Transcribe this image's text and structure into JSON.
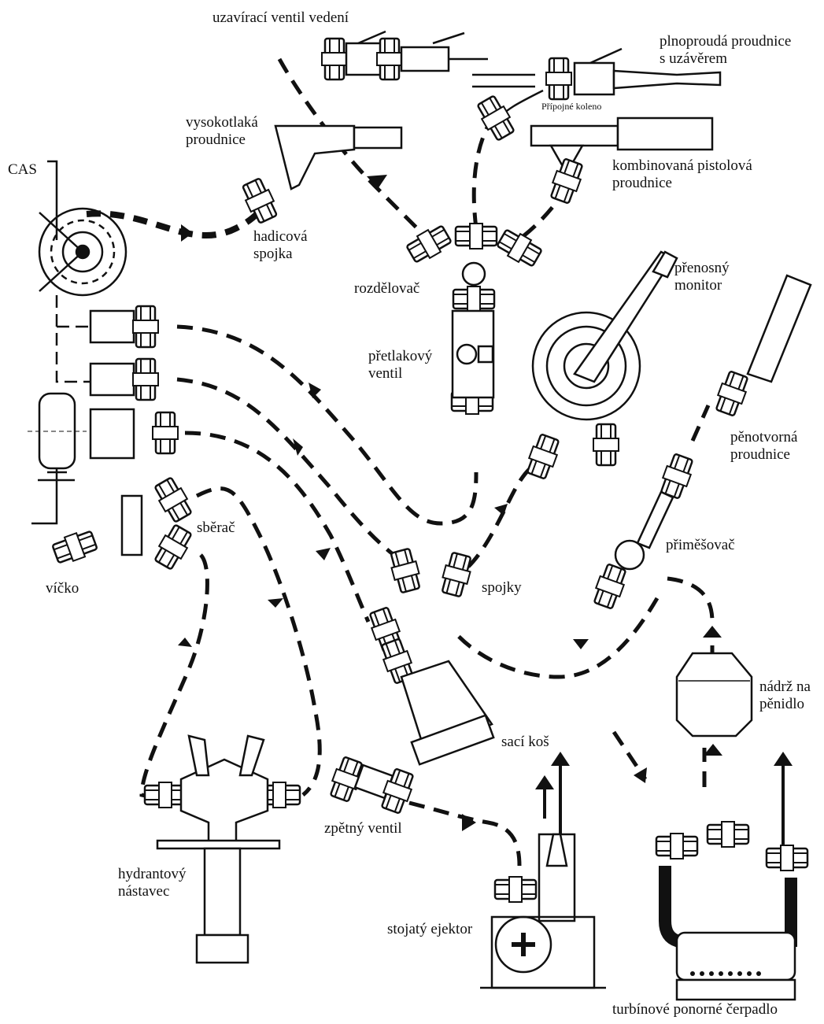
{
  "labels": {
    "uzaviraci": "uzavírací ventil vedení",
    "plnoproud_1": "plnoproudá proudnice",
    "plnoproud_2": "s uzávěrem",
    "koleno": "Přípojné koleno",
    "vysokotlaka_1": "vysokotlaká",
    "vysokotlaka_2": "proudnice",
    "cas": "CAS",
    "kombinovana_1": "kombinovaná pistolová",
    "kombinovana_2": "proudnice",
    "hadicova_1": "hadicová",
    "hadicova_2": "spojka",
    "rozdelovac": "rozdělovač",
    "prenosny_1": "přenosný",
    "prenosny_2": "monitor",
    "pretlakovy_1": "přetlakový",
    "pretlakovy_2": "ventil",
    "penotvorna_1": "pěnotvorná",
    "penotvorna_2": "proudnice",
    "sberac": "sběrač",
    "primesovac": "přiměšovač",
    "vicko": "víčko",
    "spojky": "spojky",
    "nadrz_1": "nádrž na",
    "nadrz_2": "pěnidlo",
    "saci_kos": "sací koš",
    "zpetny": "zpětný ventil",
    "hydrantovy_1": "hydrantový",
    "hydrantovy_2": "nástavec",
    "ejektor": "stojatý ejektor",
    "turbinove": "turbínové ponorné čerpadlo"
  },
  "colors": {
    "ink": "#111111",
    "paper": "#ffffff"
  }
}
